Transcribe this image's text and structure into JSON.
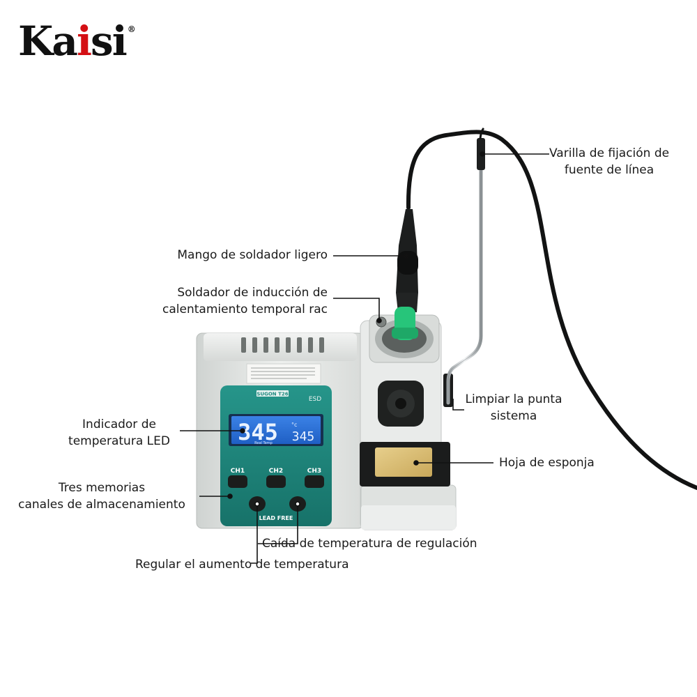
{
  "brand": {
    "logo_black": "Ka",
    "logo_red": "i",
    "logo_black2": "si",
    "registered": "®"
  },
  "display": {
    "main_temp": "345",
    "unit": "°c",
    "set_temp": "345",
    "sub_text": "Real Temp",
    "model": "SUGON T26",
    "esd": "ESD"
  },
  "buttons": {
    "ch1": "CH1",
    "ch2": "CH2",
    "ch3": "CH3",
    "lead_free": "LEAD  FREE"
  },
  "annotations": {
    "rod_line1": "Varilla de fijación de",
    "rod_line2": "fuente de línea",
    "handle": "Mango de soldador ligero",
    "induction_line1": "Soldador de inducción de",
    "induction_line2": "calentamiento temporal rac",
    "clean_line1": "Limpiar la punta",
    "clean_line2": "sistema",
    "led_line1": "Indicador de",
    "led_line2": "temperatura LED",
    "sponge": "Hoja de esponja",
    "memories_line1": "Tres memorias",
    "memories_line2": "canales de almacenamiento",
    "temp_down": "Caída de temperatura de regulación",
    "temp_up": "Regular el aumento de temperatura"
  },
  "colors": {
    "panel_teal": "#1f8a80",
    "lcd_blue": "#2a6fd6",
    "body_gray": "#e6e8e6",
    "brand_red": "#d40f14",
    "sleeve_green": "#27c57a"
  }
}
